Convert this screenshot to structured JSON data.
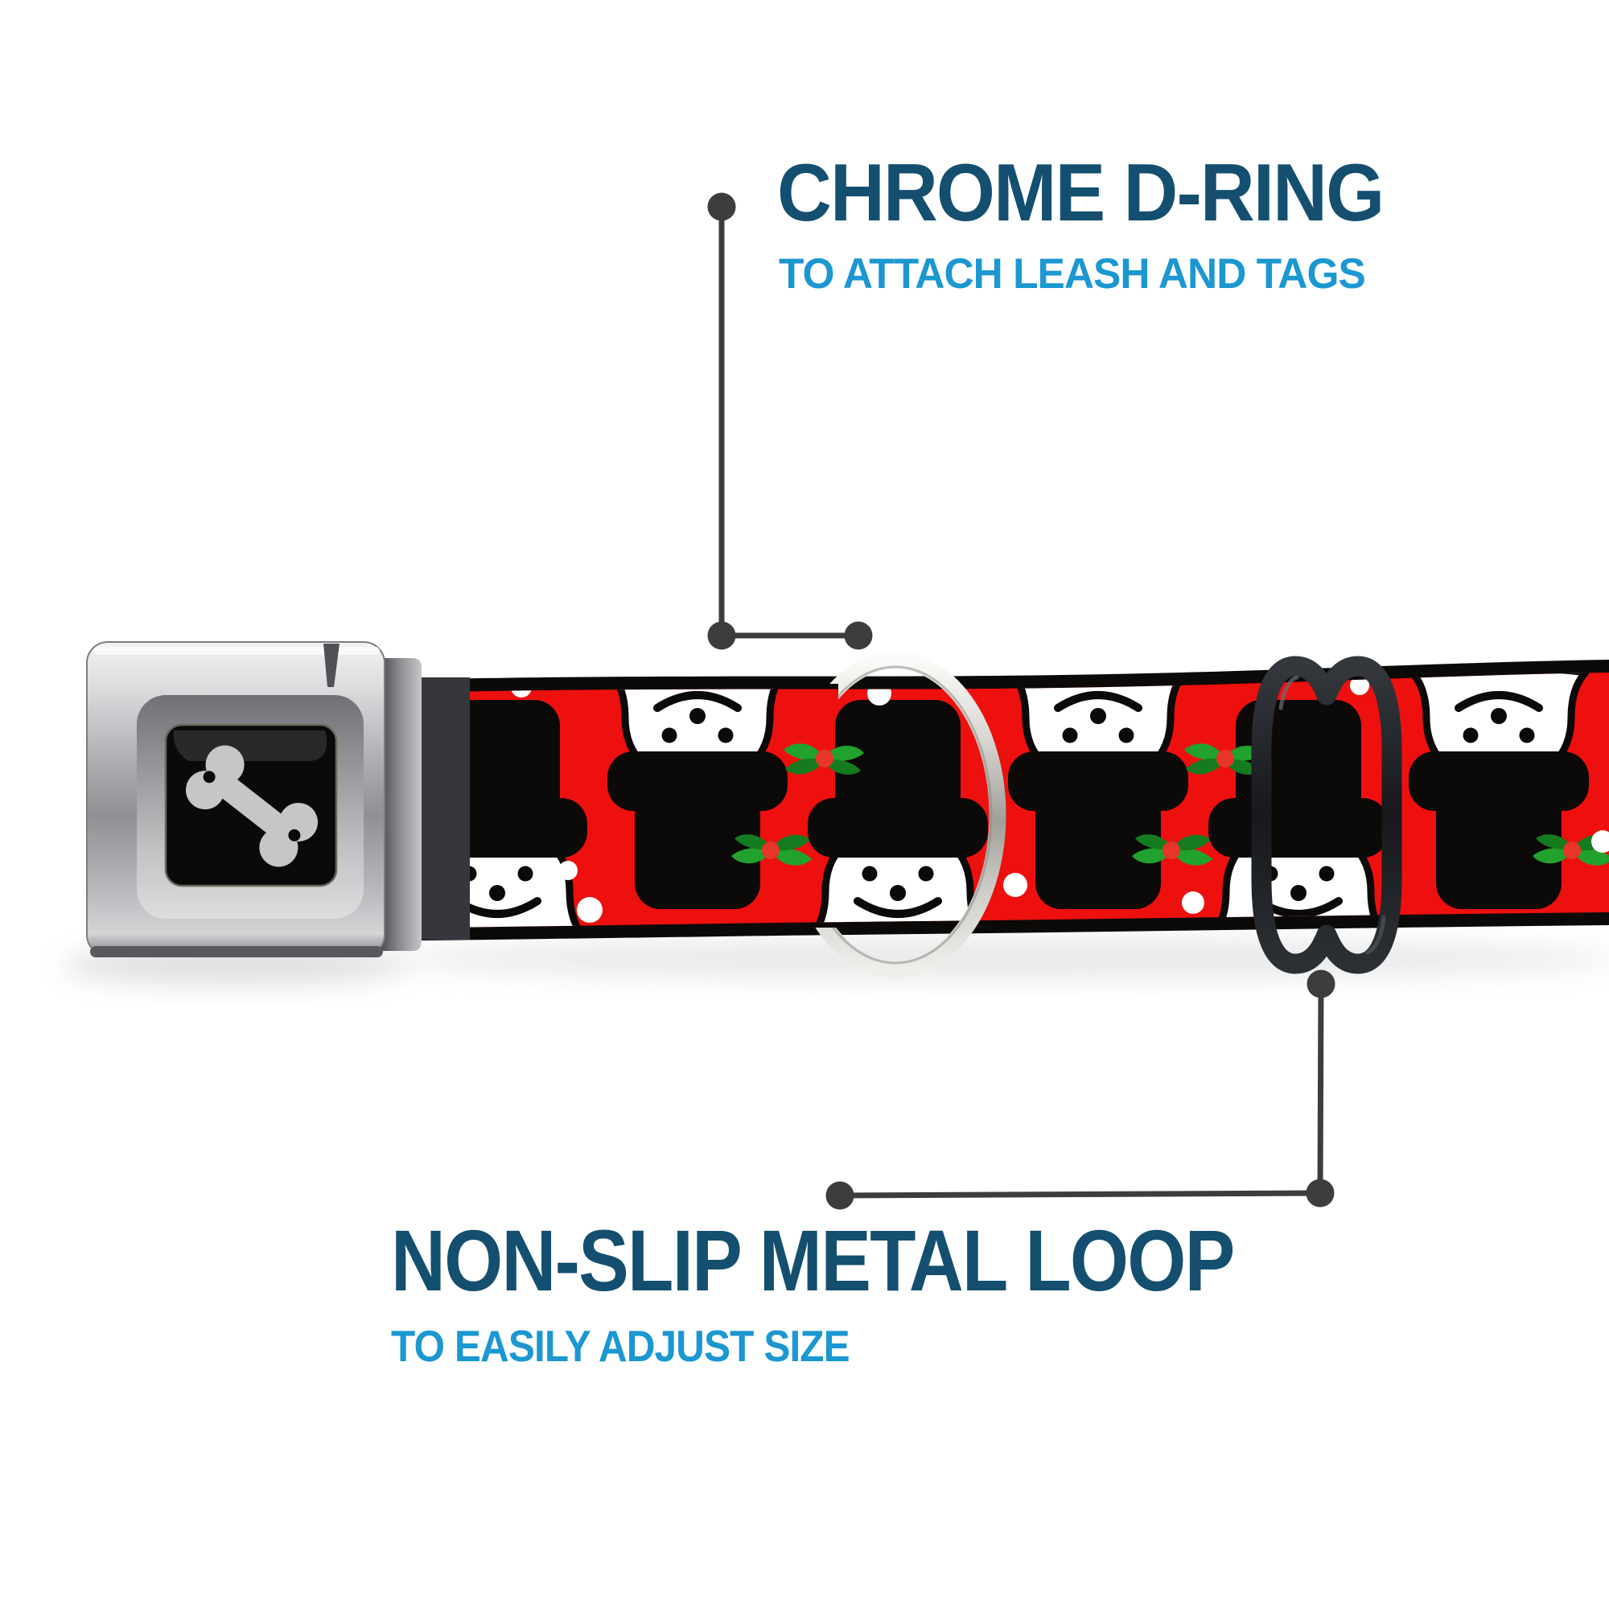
{
  "callouts": {
    "top": {
      "title": "CHROME D-RING",
      "subtitle": "TO ATTACH LEASH AND TAGS",
      "points_to": "chrome-d-ring"
    },
    "bottom": {
      "title": "NON-SLIP METAL LOOP",
      "subtitle": "TO EASILY ADJUST SIZE",
      "points_to": "metal-slide-loop"
    }
  },
  "product": {
    "hardware": {
      "buckle": "seatbelt-buckle",
      "buckle_logo": "dog-bone-icon",
      "d_ring": "chrome-d-ring",
      "slide_loop": "non-slip-metal-loop"
    },
    "webbing": {
      "background": "red with small white dots",
      "pattern": "snowmen in black top hats with holly, alternating upright and inverted"
    }
  },
  "colors": {
    "title_navy": "#144f70",
    "subtitle_blue": "#1b97d1",
    "callout_gray": "#3d3d3f",
    "belt_red": "#ee100e",
    "belt_black": "#0c0909",
    "snow_white": "#ffffff",
    "holly_green": "#21a12e",
    "holly_dark_green": "#157b1f",
    "berry_red": "#e8352a",
    "bone_gray": "#c6c6c6",
    "loop_black": "#202428"
  }
}
